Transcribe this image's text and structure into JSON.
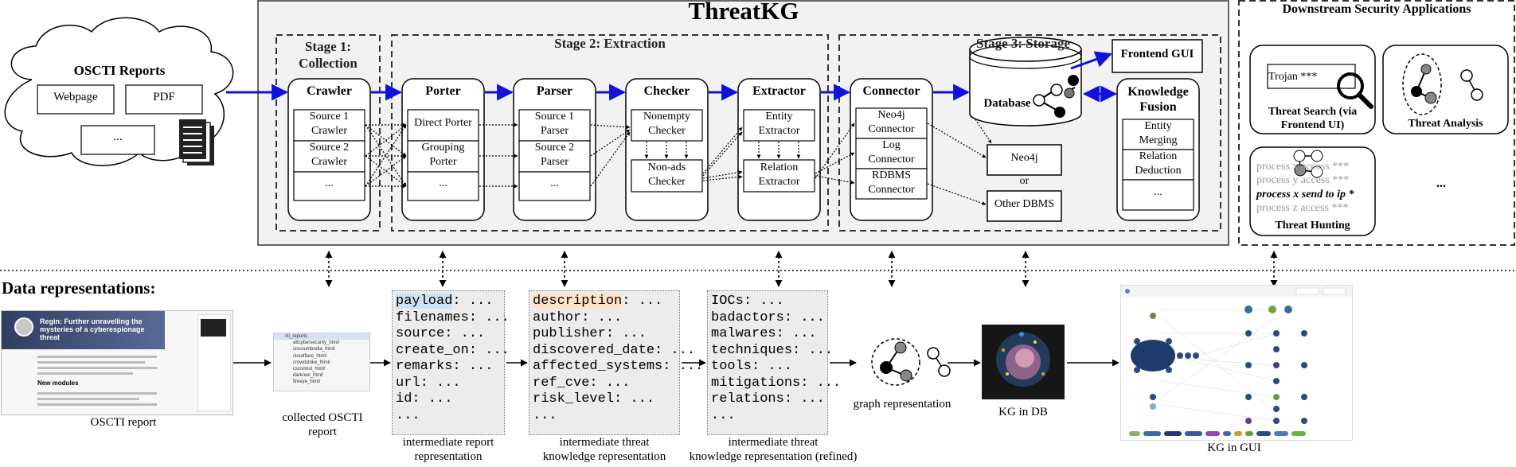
{
  "title": "ThreatKG",
  "oscti": {
    "title": "OSCTI Reports",
    "webpage": "Webpage",
    "pdf": "PDF",
    "more": "..."
  },
  "stages": {
    "stage1_line1": "Stage 1:",
    "stage1_line2": "Collection",
    "stage2": "Stage 2: Extraction",
    "stage3": "Stage 3: Storage"
  },
  "crawler": {
    "title": "Crawler",
    "items": [
      {
        "l1": "Source 1",
        "l2": "Crawler"
      },
      {
        "l1": "Source 2",
        "l2": "Crawler"
      },
      {
        "l1": "...",
        "l2": ""
      }
    ]
  },
  "porter": {
    "title": "Porter",
    "items": [
      {
        "l1": "Direct Porter",
        "l2": ""
      },
      {
        "l1": "Grouping",
        "l2": "Porter"
      },
      {
        "l1": "...",
        "l2": ""
      }
    ]
  },
  "parser": {
    "title": "Parser",
    "items": [
      {
        "l1": "Source 1",
        "l2": "Parser"
      },
      {
        "l1": "Source 2",
        "l2": "Parser"
      },
      {
        "l1": "...",
        "l2": ""
      }
    ]
  },
  "checker": {
    "title": "Checker",
    "items": [
      {
        "l1": "Nonempty",
        "l2": "Checker"
      },
      {
        "l1": "Non-ads",
        "l2": "Checker"
      }
    ]
  },
  "extractor": {
    "title": "Extractor",
    "items": [
      {
        "l1": "Entity",
        "l2": "Extractor"
      },
      {
        "l1": "Relation",
        "l2": "Extractor"
      }
    ]
  },
  "connector": {
    "title": "Connector",
    "items": [
      {
        "l1": "Neo4j",
        "l2": "Connector"
      },
      {
        "l1": "Log",
        "l2": "Connector"
      },
      {
        "l1": "RDBMS",
        "l2": "Connector"
      }
    ]
  },
  "database": "Database",
  "neo4j": "Neo4j",
  "or": "or",
  "other_dbms": "Other DBMS",
  "frontend_gui": "Frontend GUI",
  "fusion": {
    "title_l1": "Knowledge",
    "title_l2": "Fusion",
    "items": [
      {
        "l1": "Entity",
        "l2": "Merging"
      },
      {
        "l1": "Relation",
        "l2": "Deduction"
      },
      {
        "l1": "...",
        "l2": ""
      }
    ]
  },
  "downstream": {
    "title": "Downstream Security Applications",
    "search_text": "Trojan ***",
    "search_l1": "Threat Search (via",
    "search_l2": "Frontend UI)",
    "analysis": "Threat Analysis",
    "hunting_lines": [
      "process x access ***",
      "process y access ***",
      "process x send to ip *",
      "process z access ***"
    ],
    "hunting": "Threat Hunting",
    "more": "..."
  },
  "data_repr": {
    "heading": "Data representations:",
    "oscti_report": "OSCTI report",
    "article_title_l1": "Regin: Further unravelling the",
    "article_title_l2": "mysteries of a cyberespionage",
    "article_title_l3": "threat",
    "article_sub": "New modules",
    "collected_l1": "collected OSCTI",
    "collected_l2": "report",
    "folder_root": "cti_reports",
    "folder_files": [
      "attcybersecurity_html/",
      "ciscoumbrella_html/",
      "cloudflare_html/",
      "crowdstrike_html/",
      "cscontrol_html/",
      "darkreel_html/",
      "fireeye_html/"
    ],
    "code1": [
      {
        "k": "payload",
        "v": ": ..."
      },
      {
        "k": "filenames",
        "v": ": ..."
      },
      {
        "k": "source",
        "v": ": ..."
      },
      {
        "k": "create_on",
        "v": ": ..."
      },
      {
        "k": "remarks",
        "v": ": ..."
      },
      {
        "k": "url",
        "v": ": ..."
      },
      {
        "k": "id",
        "v": ": ..."
      },
      {
        "k": "...",
        "v": ""
      }
    ],
    "code1_l1": "intermediate report",
    "code1_l2": "representation",
    "code2": [
      {
        "k": "description",
        "v": ": ..."
      },
      {
        "k": "author",
        "v": ": ..."
      },
      {
        "k": "publisher",
        "v": ": ..."
      },
      {
        "k": "discovered_date",
        "v": ": ..."
      },
      {
        "k": "affected_systems",
        "v": ": ..."
      },
      {
        "k": "ref_cve",
        "v": ": ..."
      },
      {
        "k": "risk_level",
        "v": ": ..."
      },
      {
        "k": "...",
        "v": ""
      }
    ],
    "code2_l1": "intermediate threat",
    "code2_l2": "knowledge representation",
    "code3": [
      {
        "k": "IOCs",
        "v": ": ..."
      },
      {
        "k": "badactors",
        "v": ": ..."
      },
      {
        "k": "malwares",
        "v": ": ..."
      },
      {
        "k": "techniques",
        "v": ": ..."
      },
      {
        "k": "tools",
        "v": ": ..."
      },
      {
        "k": "mitigations",
        "v": ": ..."
      },
      {
        "k": "relations",
        "v": ": ..."
      },
      {
        "k": "...",
        "v": ""
      }
    ],
    "code3_l1": "intermediate threat",
    "code3_l2": "knowledge representation (refined)",
    "graph": "graph representation",
    "kg_db": "KG in DB",
    "kg_gui": "KG in GUI"
  },
  "colors": {
    "arrow_blue": "#1010e0",
    "panel_gray": "#f2f2f2",
    "code_bg": "#ececec",
    "highlight_blue": "#cfe2f3",
    "highlight_orange": "#fde4c8",
    "node_navy": "#1f3b6e"
  }
}
